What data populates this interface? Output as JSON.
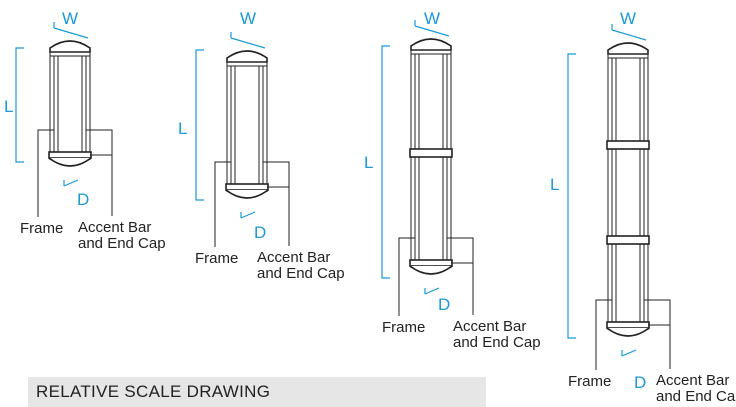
{
  "caption": "RELATIVE SCALE DRAWING",
  "fixtures": [
    {
      "width_label": "W",
      "length_label": "L",
      "depth_label": "D",
      "frame_label": "Frame",
      "accent_label_1": "Accent Bar",
      "accent_label_2": "and End Cap"
    },
    {
      "width_label": "W",
      "length_label": "L",
      "depth_label": "D",
      "frame_label": "Frame",
      "accent_label_1": "Accent Bar",
      "accent_label_2": "and End Cap"
    },
    {
      "width_label": "W",
      "length_label": "L",
      "depth_label": "D",
      "frame_label": "Frame",
      "accent_label_1": "Accent Bar",
      "accent_label_2": "and End Cap"
    },
    {
      "width_label": "W",
      "length_label": "L",
      "depth_label": "D",
      "frame_label": "Frame",
      "accent_label_1": "Accent Bar",
      "accent_label_2": "and End Cap"
    }
  ],
  "colors": {
    "dimension": "#1a9ad6",
    "line": "#222222",
    "caption_bg": "#e6e6e6"
  }
}
